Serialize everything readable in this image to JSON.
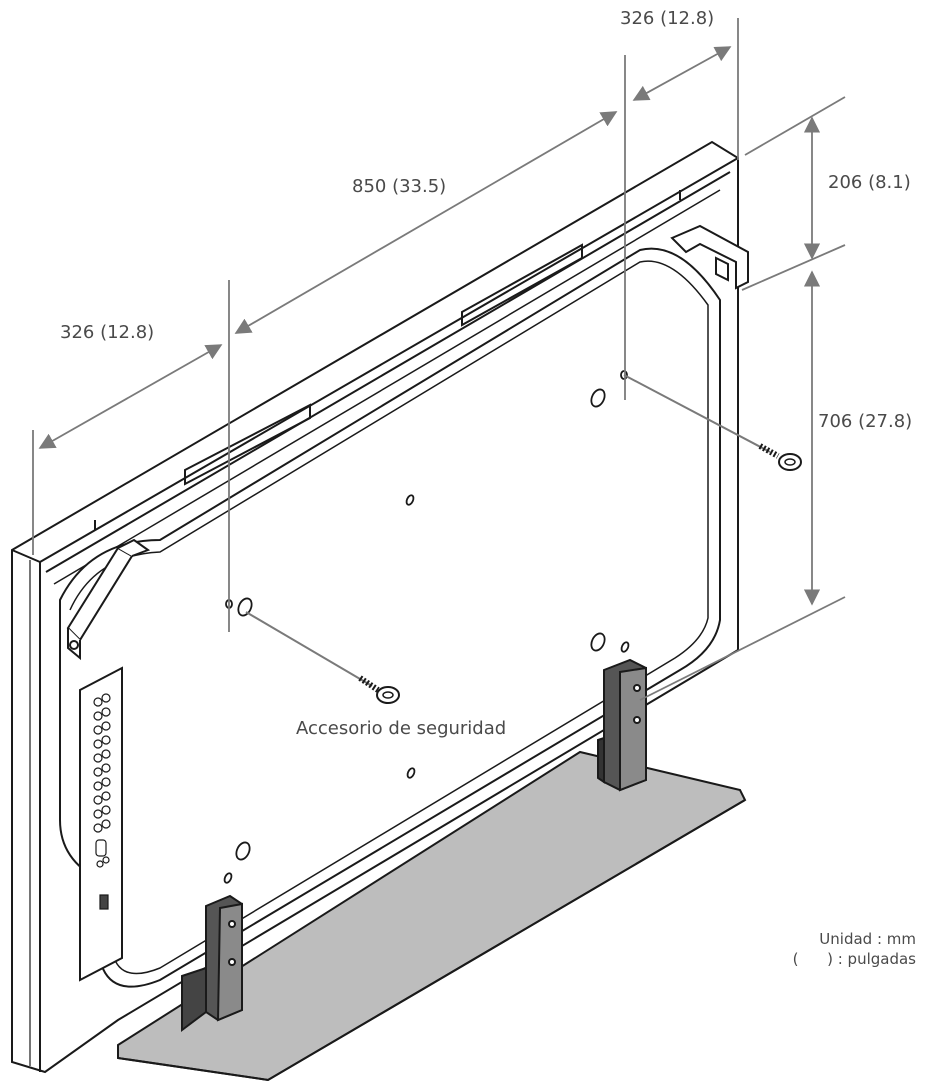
{
  "dimensions": {
    "top_right_width": "326 (12.8)",
    "top_width": "850 (33.5)",
    "top_left_width": "326 (12.8)",
    "upper_height": "206 (8.1)",
    "lower_height": "706 (27.8)"
  },
  "callout": {
    "safety_accessory": "Accesorio de seguridad"
  },
  "legend": {
    "unit_line": "Unidad : mm",
    "inch_line": "(      ) : pulgadas"
  },
  "colors": {
    "line": "#1a1a1a",
    "dimension": "#7a7a7a",
    "stand": "#bdbdbd",
    "bracket": "#555555"
  }
}
